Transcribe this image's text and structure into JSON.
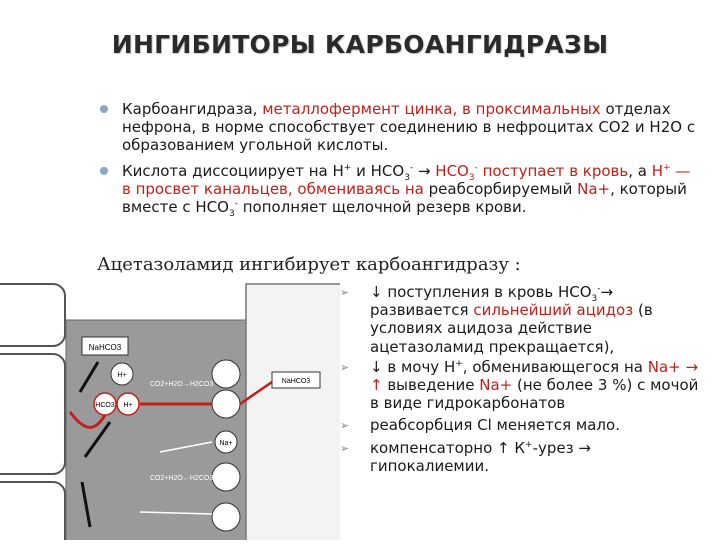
{
  "title": "ИНГИБИТОРЫ КАРБОАНГИДРАЗЫ",
  "bullets": [
    {
      "lead": "Карбоангидраза,",
      "red": " металлофермент цинка, в проксимальных",
      "rest": "отделах нефрона, в норме способствует соединению в нефроцитах СО2 и Н2О с образованием угольной кислоты."
    },
    {
      "p1": "Кислота диссоциирует на Н",
      "sup_plus": "+",
      "p2": " и НСО",
      "sub3": "3",
      "sup_minus": "-",
      "p3": " → ",
      "red1": "НСО",
      "red_sub": "3",
      "red_sup": "-",
      "red2": " поступает в кровь",
      "p4": ", а ",
      "red3": "Н",
      "red3_sup": "+",
      "red4": " — в просвет канальцев, обмениваясь на",
      "p5": " реабсорбируемый ",
      "red5": "Nа+",
      "p6": ", который вместе с НСО",
      "p6_sub": "3",
      "p6_sup": "-",
      "p7": " пополняет щелочной резерв крови."
    }
  ],
  "subtitle": "Ацетазоламид ингибирует карбоангидразу :",
  "figure_labels": {
    "nahco3": "NaHCO3",
    "h2co3_eq": "CO2+H2O→H2CO3",
    "h2co3_eq2": "CO2+H2O←H2CO3",
    "nahco3_right": "NaHCO3",
    "h": "H+",
    "hco3": "HCO3",
    "na": "Na+"
  },
  "right_items": [
    {
      "a": "↓ поступления в кровь НСО",
      "a_sub": "3",
      "a_sup": "-",
      "b": "→ развивается ",
      "red": "сильнейший ацидоз",
      "c": " (в условиях ацидоза действие ацетазоламид прекращается),"
    },
    {
      "a": "↓ в мочу Н",
      "a_sup": "+",
      "b": ", обменивающегося на ",
      "red1": "Nа+ → ↑",
      "c": " выведение ",
      "red2": "Nа+",
      "d": " (не более 3 %) с мочой в виде гидрокарбонатов"
    },
    {
      "a": "реабсорбция Сl меняется мало."
    },
    {
      "a": "компенсаторно ↑ К",
      "a_sup": "+",
      "b": "-урез → гипокалиемии."
    }
  ],
  "arrow_glyph": "➢",
  "colors": {
    "accent_red": "#c0201a",
    "bullet_blue": "#8aa6c4"
  }
}
